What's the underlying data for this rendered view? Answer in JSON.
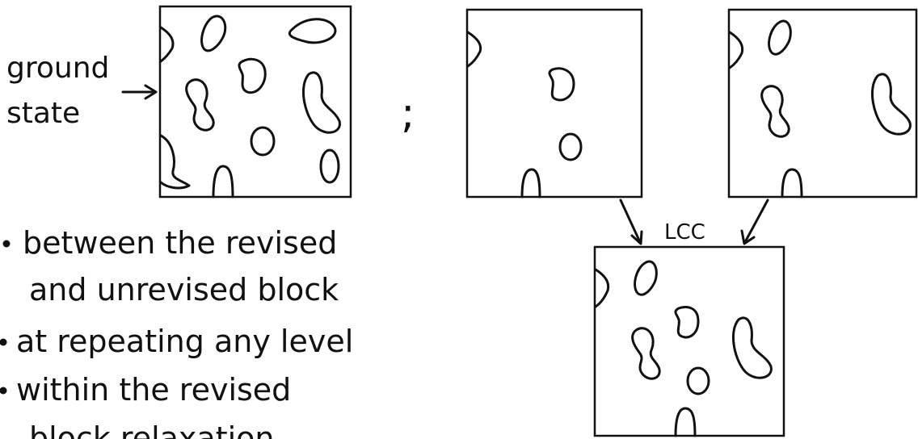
{
  "ground_state_label": [
    "ground",
    "state"
  ],
  "separator": ";",
  "lcc_label": "LCC",
  "bullets": [
    {
      "lines": [
        "between the revised",
        "and unrevised block"
      ]
    },
    {
      "lines": [
        "at repeating any level"
      ]
    },
    {
      "lines": [
        "within the revised",
        "block relaxation"
      ]
    }
  ]
}
